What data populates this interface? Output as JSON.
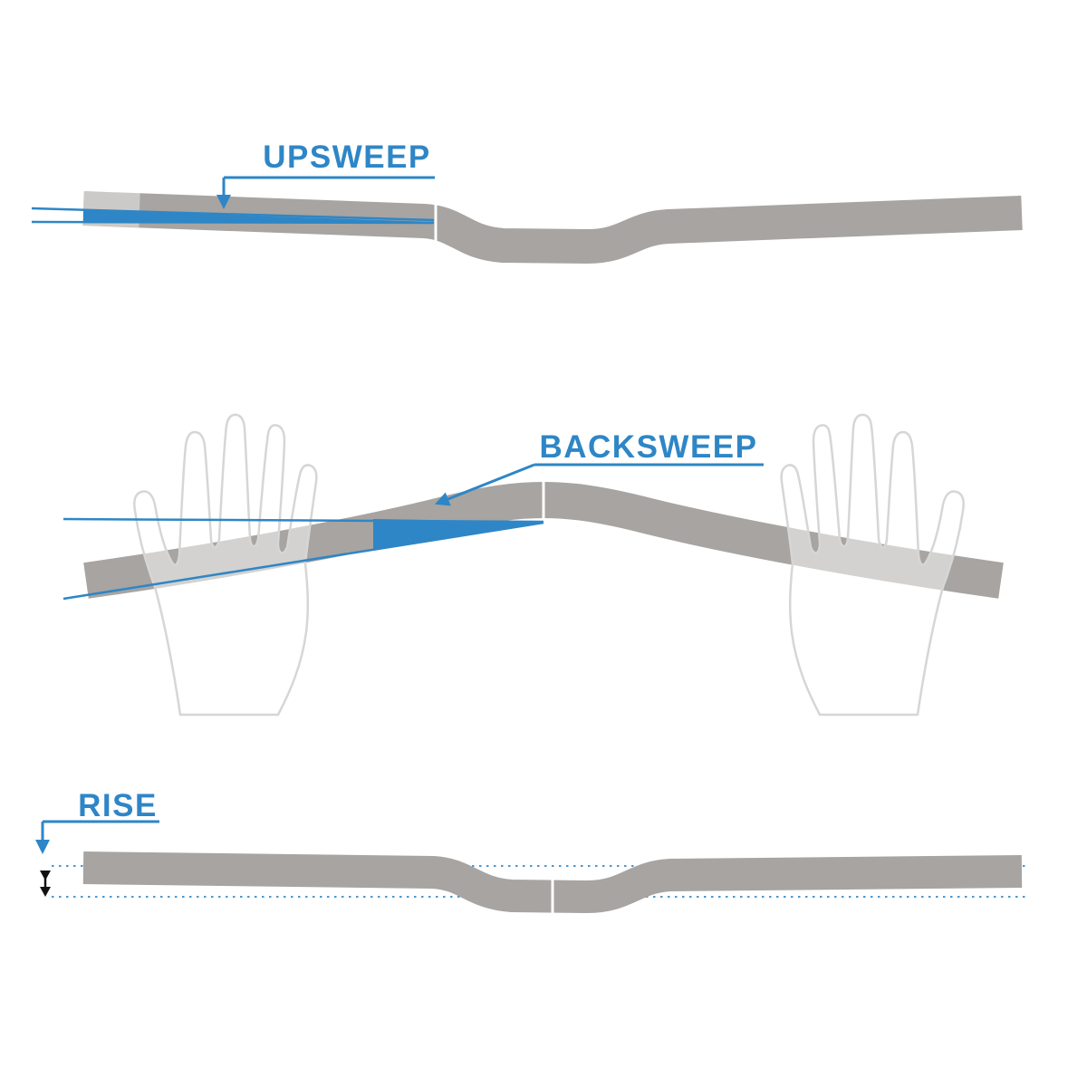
{
  "diagram": {
    "name": "handlebar-geometry-diagram",
    "sections": {
      "upsweep": {
        "label": "UPSWEEP"
      },
      "backsweep": {
        "label": "BACKSWEEP"
      },
      "rise": {
        "label": "RISE"
      }
    }
  },
  "colors": {
    "accent_blue": "#2e86c6",
    "bar_gray": "#a7a4a1",
    "grip_highlight": "rgba(255,255,255,0.42)",
    "hand_outline": "#d6d6d6",
    "hand_fill": "rgba(255,255,255,0.5)",
    "arrow_black": "#111111",
    "background": "#ffffff"
  }
}
